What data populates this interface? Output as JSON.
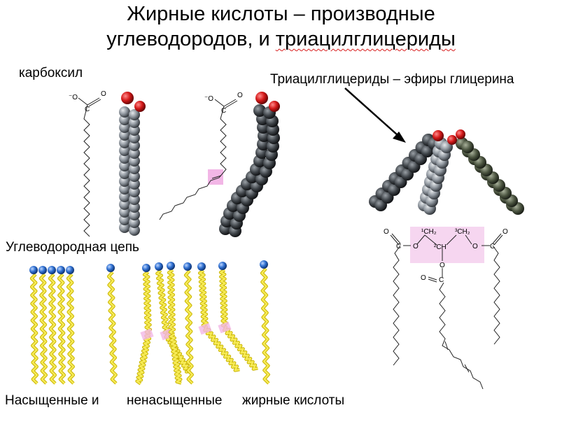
{
  "title": {
    "line1": "Жирные кислоты – производные",
    "line2_part1": "углеводородов, и ",
    "line2_part2": "триацилглицериды"
  },
  "labels": {
    "carboxyl": "карбоксил",
    "chain": "Углеводородная цепь",
    "triacylglycerides": "Триацилглицериды – эфиры глицерина",
    "saturated": "Насыщенные и",
    "unsaturated": "ненасыщенные",
    "fatty_acids": "жирные кислоты"
  },
  "chem": {
    "o_minus": "⁻O",
    "o": "O",
    "c": "C",
    "ch2_1": "¹CH₂",
    "ch_2": "²CH",
    "ch2_3": "³CH₂"
  },
  "colors": {
    "oxygen": "#d41a1a",
    "carbon": "#8c939b",
    "head": "#2f6fd0",
    "tail": "#f1e33a",
    "highlight": "#f2b6e6"
  }
}
